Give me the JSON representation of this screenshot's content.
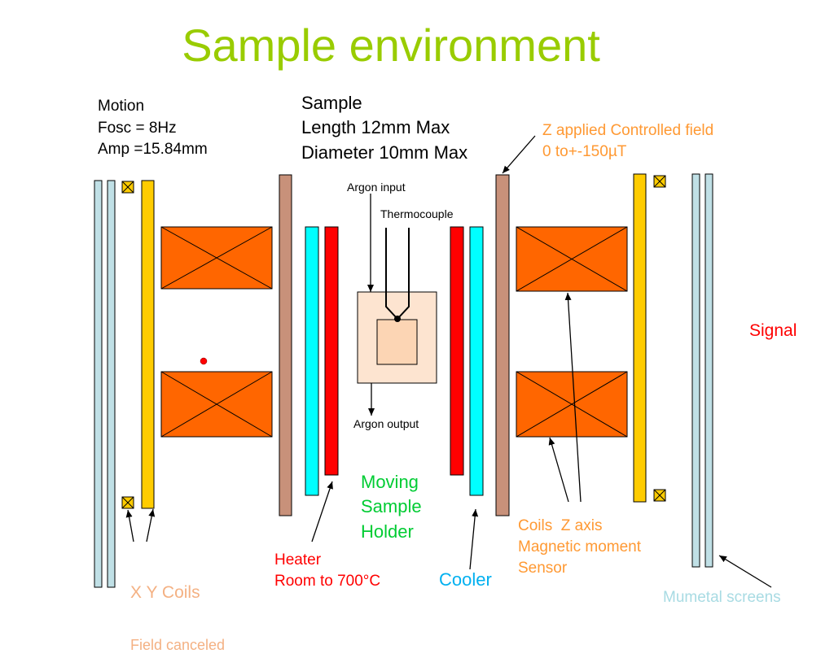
{
  "title": "Sample environment",
  "labels": {
    "motion": "Motion\nFosc = 8Hz\nAmp =15.84mm",
    "sample": "Sample\nLength 12mm Max\nDiameter 10mm Max",
    "z_field": "Z applied Controlled field\n0 to+-150µT",
    "argon_input": "Argon input",
    "thermocouple": "Thermocouple",
    "argon_output": "Argon output",
    "signal": "Signal",
    "moving_holder": "Moving\nSample\nHolder",
    "heater": "Heater\nRoom to 700°C",
    "cooler": "Cooler",
    "coils": "Coils  Z axis\nMagnetic moment\nSensor",
    "xy_coils_line1": "X Y Coils",
    "xy_coils_line2": "Field canceled",
    "mumetal": "Mumetal screens"
  },
  "colors": {
    "title": "#99cc00",
    "mumetal_screen": "#c0e0e6",
    "xy_coil_bar": "#ffcc00",
    "z_coil_box": "#ff6600",
    "support_bar": "#c8917a",
    "cooler_bar": "#00ffff",
    "heater_bar": "#ff0000",
    "holder_outer": "#fde4d0",
    "holder_inner": "#fcd5b4",
    "signal": "#ff0000"
  }
}
